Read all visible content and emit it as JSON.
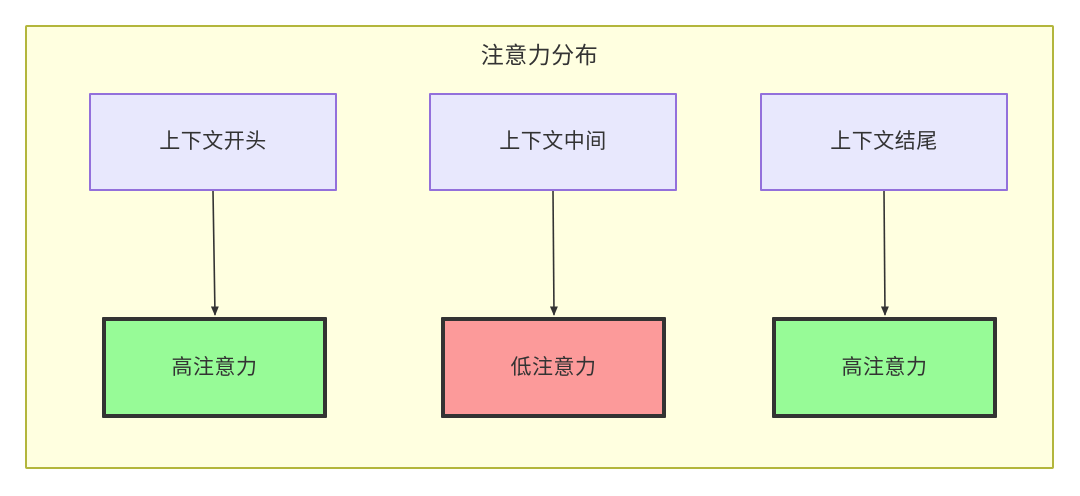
{
  "diagram": {
    "title": "注意力分布",
    "background_color": "#ffffe0",
    "border_color": "#b3b63c",
    "text_color": "#333333"
  },
  "palette": {
    "context_fill": "#e8e8fd",
    "context_stroke": "#9370db",
    "high_attention_fill": "#97fb97",
    "low_attention_fill": "#fc9a9a",
    "attention_stroke": "#333333",
    "arrow_color": "#333333"
  },
  "nodes": {
    "context": [
      {
        "label": "上下文开头"
      },
      {
        "label": "上下文中间"
      },
      {
        "label": "上下文结尾"
      }
    ],
    "attention": [
      {
        "label": "高注意力",
        "level": "high"
      },
      {
        "label": "低注意力",
        "level": "low"
      },
      {
        "label": "高注意力",
        "level": "high"
      }
    ]
  },
  "edges": [
    {
      "from": "上下文开头",
      "to": "高注意力",
      "type": "arrow"
    },
    {
      "from": "上下文中间",
      "to": "低注意力",
      "type": "arrow"
    },
    {
      "from": "上下文结尾",
      "to": "高注意力",
      "type": "arrow"
    }
  ]
}
